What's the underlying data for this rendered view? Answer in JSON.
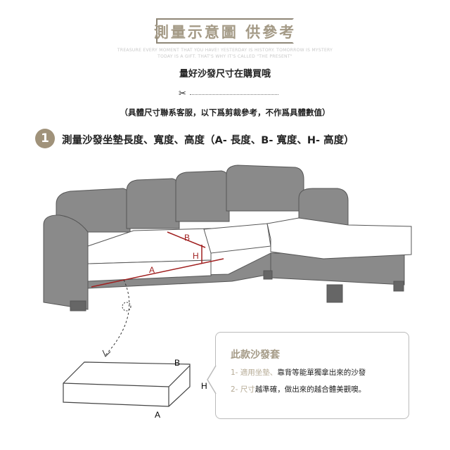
{
  "header": {
    "title": "測量示意圖 供參考",
    "motto_line1": "TREASURE EVERY MOMENT THAT YOU HAVE! YESTERDAY IS HISTORY. TOMORROW IS MYSTERY",
    "motto_line2": "TODAY IS A GIFT. THAT'S WHY IT'S CALLED \"THE PRESENT\"",
    "subtitle": "量好沙發尺寸在購買哦",
    "scissors_icon": "✂",
    "note": "（具體尺寸聯系客服，以下爲剪裁參考，不作爲具體數值）"
  },
  "step": {
    "number": "1",
    "text": "測量沙發坐墊長度、寬度、高度（A- 長度、B- 寬度、H- 高度）"
  },
  "labels": {
    "A": "A",
    "B": "B",
    "H": "H"
  },
  "info": {
    "title": "此款沙發套",
    "line1_prefix": "1- 適用坐墊、",
    "line1_rest": "靠背等能單獨拿出來的沙發",
    "line2_prefix": "2- 尺寸",
    "line2_rest": "越準確，做出來的越合體美觀噢。"
  },
  "colors": {
    "accent": "#a49a86",
    "sofa": "#8a8a8a",
    "measure": "#a02020"
  }
}
